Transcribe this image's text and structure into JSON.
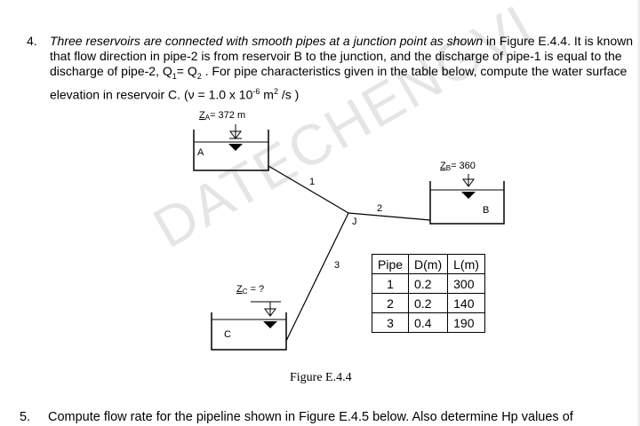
{
  "question4": {
    "number": "4.",
    "parts": [
      {
        "text": "Three reservoirs are connected with smooth pipes at a junction point as shown",
        "italic": true
      },
      {
        "text": " in Figure E.4.4. It is known that flow direction in pipe-2 is from reservoir B to the junction, and the discharge of pipe-1 is equal to the discharge of pipe-2, Q",
        "italic": false
      },
      {
        "text": "1",
        "sub": true
      },
      {
        "text": "= Q",
        "italic": false
      },
      {
        "text": "2",
        "sub": true
      },
      {
        "text": " . For pipe characteristics given in the table below, compute the water surface elevation in reservoir C. (ν = 1.0 x 10",
        "italic": false
      },
      {
        "text": "-6",
        "sup": true
      },
      {
        "text": " m",
        "italic": false
      },
      {
        "text": "2",
        "sup": true
      },
      {
        "text": " /s )",
        "italic": false
      }
    ]
  },
  "figure": {
    "reservoir_a": {
      "label": "A",
      "elevation": "Z",
      "elevation_sub": "A",
      "elevation_value": "= 372 m"
    },
    "reservoir_b": {
      "label": "B",
      "elevation": "Z",
      "elevation_sub": "B",
      "elevation_value": "= 360"
    },
    "reservoir_c": {
      "label": "C",
      "elevation": "Z",
      "elevation_sub": "C",
      "elevation_value": " = ?"
    },
    "junction_label": "J",
    "pipe_labels": [
      "1",
      "2",
      "3"
    ],
    "caption": "Figure E.4.4",
    "watermark": "DATECHENGVI"
  },
  "pipe_table": {
    "headers": [
      "Pipe",
      "D(m)",
      "L(m)"
    ],
    "rows": [
      [
        "1",
        "0.2",
        "300"
      ],
      [
        "2",
        "0.2",
        "140"
      ],
      [
        "3",
        "0.4",
        "190"
      ]
    ]
  },
  "question5": {
    "number": "5.",
    "text": "Compute flow rate for the pipeline shown in Figure E.4.5 below. Also determine Hp values of"
  }
}
